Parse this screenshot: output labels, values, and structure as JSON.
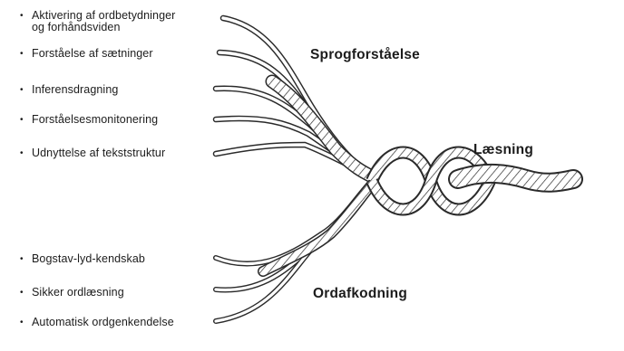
{
  "upper_strands": {
    "items": [
      {
        "line1": "Aktivering af ordbetydninger",
        "line2": "og forhåndsviden"
      },
      {
        "line1": "Forståelse af sætninger",
        "line2": ""
      },
      {
        "line1": "Inferensdragning",
        "line2": ""
      },
      {
        "line1": "Forståelsesmonitonering",
        "line2": ""
      },
      {
        "line1": "Udnyttelse af tekststruktur",
        "line2": ""
      }
    ],
    "label": "Sprogforståelse"
  },
  "lower_strands": {
    "items": [
      {
        "line1": "Bogstav-lyd-kendskab"
      },
      {
        "line1": "Sikker ordlæsning"
      },
      {
        "line1": "Automatisk ordgenkendelse"
      }
    ],
    "label": "Ordafkodning"
  },
  "result": {
    "label": "Læsning"
  },
  "bullet": "•",
  "colors": {
    "rope_outline": "#2a2a2a",
    "rope_fill": "#ffffff",
    "text": "#1c1c1c"
  }
}
